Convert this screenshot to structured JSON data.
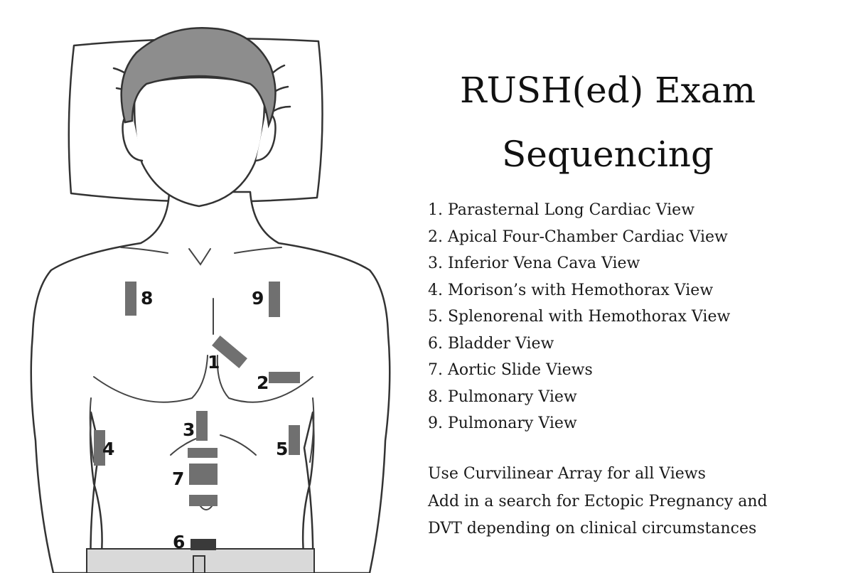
{
  "title": {
    "line1": "RUSH(ed) Exam",
    "line2": "Sequencing"
  },
  "views": [
    "1. Parasternal Long Cardiac View",
    "2. Apical Four-Chamber Cardiac View",
    "3. Inferior Vena Cava View",
    "4. Morison’s with Hemothorax View",
    "5. Splenorenal with Hemothorax View",
    "6. Bladder View",
    "7. Aortic Slide Views",
    "8. Pulmonary View",
    "9. Pulmonary View"
  ],
  "notes": [
    "Use Curvilinear Array for all Views",
    "Add in a search for Ectopic Pregnancy and",
    "DVT depending on clinical circumstances"
  ],
  "probe_labels": {
    "p1": "1",
    "p2": "2",
    "p3": "3",
    "p4": "4",
    "p5": "5",
    "p6": "6",
    "p7": "7",
    "p8": "8",
    "p9": "9"
  },
  "colors": {
    "probe": "#707070",
    "probe_dark": "#3a3a3a",
    "hair": "#8d8d8d",
    "outline": "#333333",
    "text": "#111111"
  }
}
